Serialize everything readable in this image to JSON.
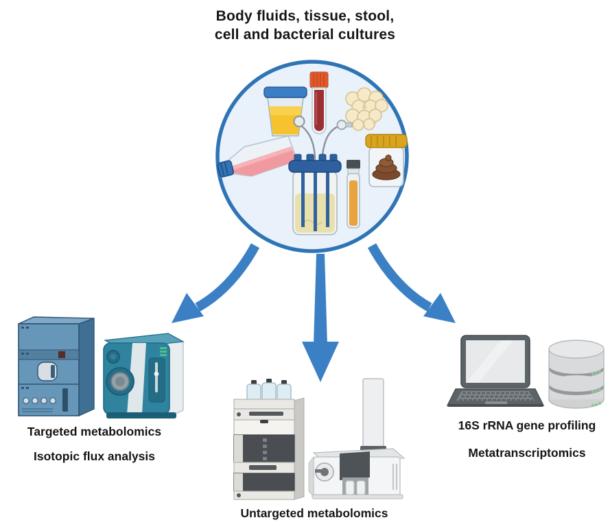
{
  "title": {
    "line1": "Body fluids, tissue, stool,",
    "line2": "cell and bacterial cultures"
  },
  "hub": {
    "items": [
      "urine sample cup",
      "blood collection tube",
      "cell cluster",
      "cell culture flask",
      "bioreactor",
      "sample vial",
      "stool sample jar"
    ]
  },
  "branches": {
    "left": {
      "labels": [
        "Targeted metabolomics",
        "Isotopic flux analysis"
      ],
      "icons": [
        "hplc-tower-icon",
        "mass-spectrometer-teal-icon"
      ]
    },
    "middle": {
      "labels": [
        "Untargeted metabolomics"
      ],
      "icons": [
        "hplc-stack-icon",
        "lcms-mass-spectrometer-icon"
      ]
    },
    "right": {
      "labels": [
        "16S rRNA gene profiling",
        "Metatranscriptomics"
      ],
      "icons": [
        "laptop-icon",
        "database-icon"
      ]
    }
  },
  "colors": {
    "arrow_blue": "#3b80c4",
    "circle_border": "#2f74b5",
    "circle_fill": "#e9f1fa",
    "instrument_teal": "#2f839f",
    "instrument_steel_blue": "#6696b8",
    "device_gray": "#5d6468",
    "text": "#151515"
  }
}
